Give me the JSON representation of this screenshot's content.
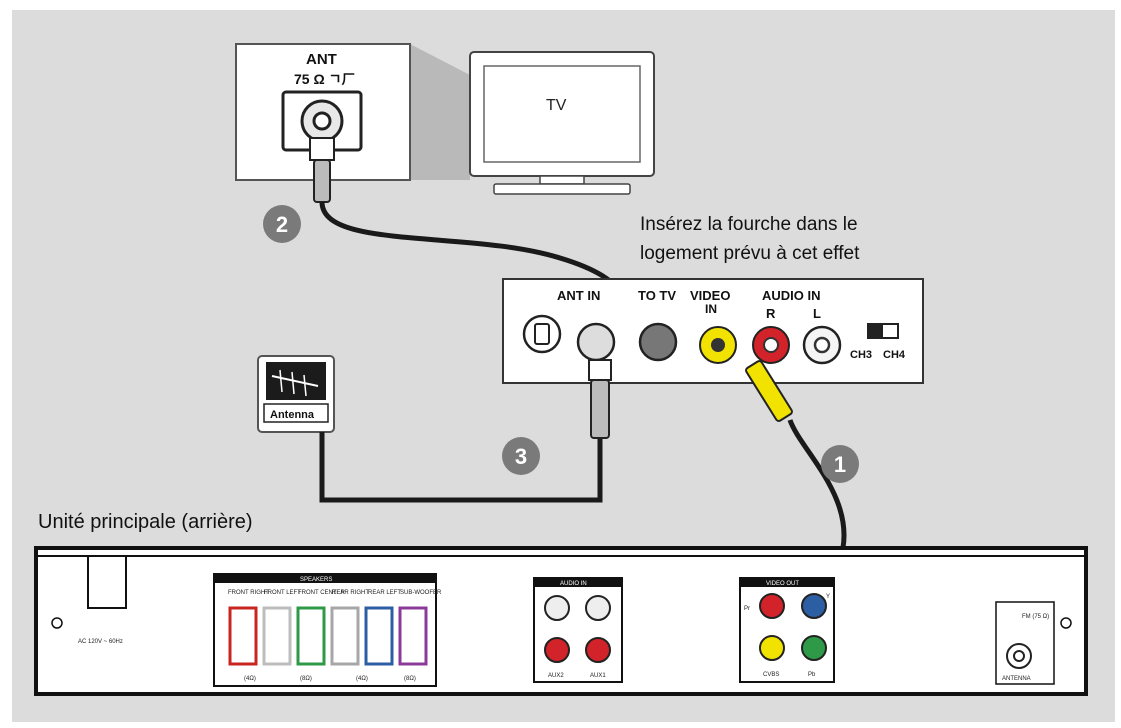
{
  "wall_panel": {
    "ant_label": "ANT",
    "impedance_label": "75 Ω ㄱㄏ"
  },
  "tv": {
    "label": "TV"
  },
  "rf_modulator": {
    "note_line1": "Insérez la fourche dans le",
    "note_line2": "logement prévu à cet effet",
    "ant_in_label": "ANT IN",
    "to_tv_label": "TO TV",
    "video_label": "VIDEO",
    "video_in_label": "IN",
    "audio_label": "AUDIO   IN",
    "audio_r_label": "R",
    "audio_l_label": "L",
    "ch3_label": "CH3",
    "ch4_label": "CH4"
  },
  "antenna": {
    "label": "Antenna"
  },
  "steps": {
    "one": "1",
    "two": "2",
    "three": "3"
  },
  "main_unit": {
    "title": "Unité principale (arrière)",
    "ac_label": "AC 120V ~ 60Hz",
    "speakers_header": "SPEAKERS",
    "speaker_labels": [
      "FRONT RIGHT",
      "FRONT LEFT",
      "FRONT CENTER",
      "REAR RIGHT",
      "REAR LEFT",
      "SUB-WOOFER"
    ],
    "speaker_groups": [
      "(4Ω)",
      "(8Ω)",
      "(4Ω)",
      "(8Ω)"
    ],
    "audio_in_header": "AUDIO IN",
    "aux_labels": [
      "AUX2",
      "AUX1"
    ],
    "video_out_header": "VIDEO OUT",
    "video_out_labels": [
      "CVBS",
      "Pb",
      "Pr",
      "Y"
    ],
    "fm_label": "FM (75 Ω)",
    "antenna_label": "ANTENNA"
  },
  "colors": {
    "background": "#dcdcdc",
    "cable": "#1a1a1a",
    "yellow_jack": "#f2e200",
    "red_jack": "#d2232a",
    "step_badge": "#7a7a7a"
  }
}
